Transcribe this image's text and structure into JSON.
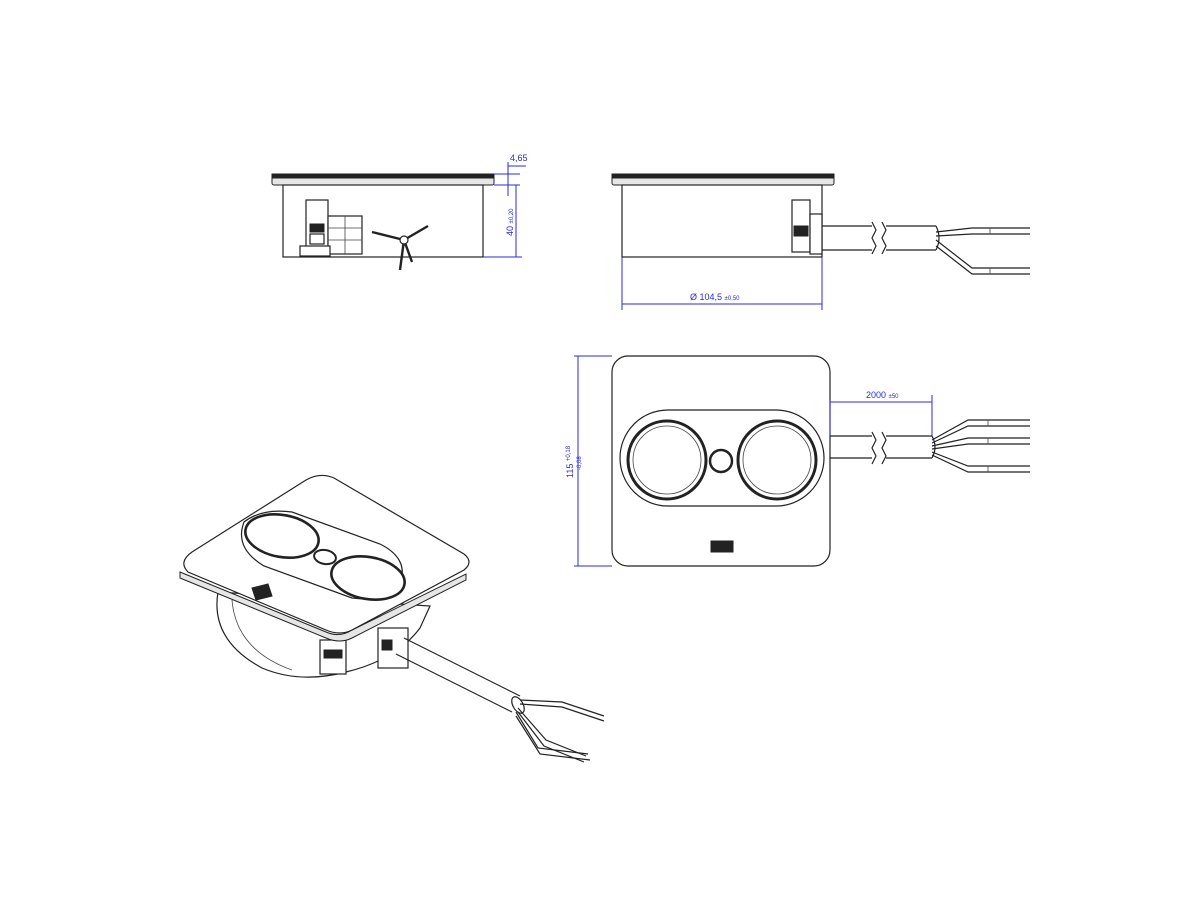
{
  "dimensions": {
    "top_thickness": {
      "value": "4,65"
    },
    "height": {
      "value": "40",
      "tolerance": "±0,20"
    },
    "diameter": {
      "value": "Ø 104,5",
      "tolerance": "±0,50"
    },
    "cable_length": {
      "value": "2000",
      "tolerance": "±50"
    },
    "width": {
      "value": "115",
      "tolerance_upper": "+0,18",
      "tolerance_lower": "-0,08"
    }
  },
  "views": [
    "side-view-left",
    "side-view-right",
    "top-view",
    "isometric-view"
  ],
  "colors": {
    "line": "#222222",
    "dimension": "#2b2bd6"
  }
}
